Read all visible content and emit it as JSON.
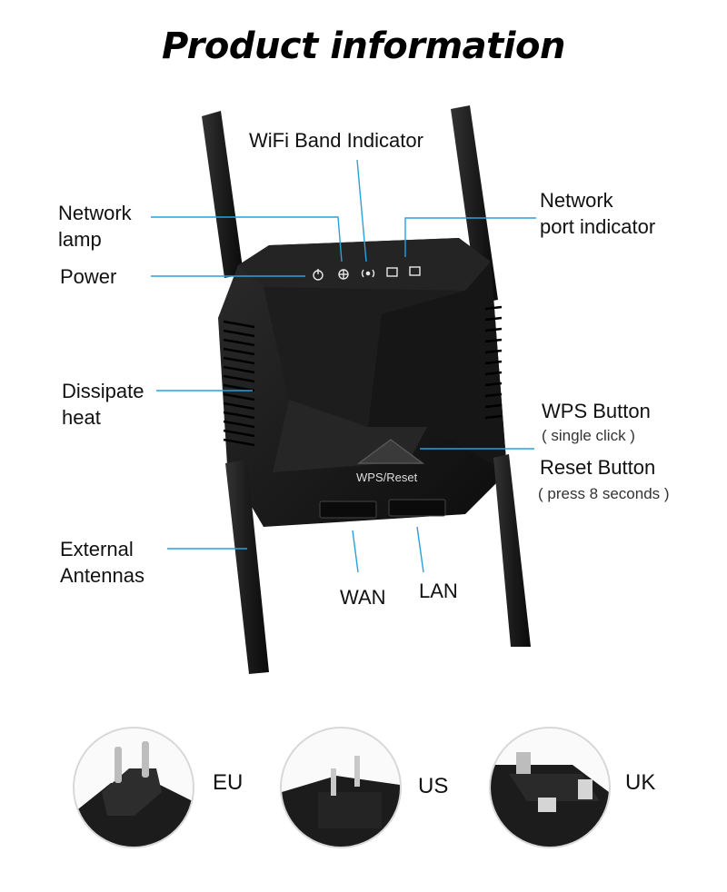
{
  "title": "Product information",
  "labels": {
    "wifi_band": "WiFi Band Indicator",
    "network_lamp_1": "Network",
    "network_lamp_2": "lamp",
    "power": "Power",
    "network_port_1": "Network",
    "network_port_2": "port indicator",
    "dissipate_1": "Dissipate",
    "dissipate_2": "heat",
    "wps_button": "WPS Button",
    "wps_note": "( single click )",
    "reset_button": "Reset Button",
    "reset_note": "( press 8 seconds )",
    "external_1": "External",
    "external_2": "Antennas",
    "wan": "WAN",
    "lan": "LAN",
    "device_button": "WPS/Reset"
  },
  "plugs": [
    "EU",
    "US",
    "UK"
  ],
  "colors": {
    "leader_line": "#2aa0dc",
    "device_body": "#1a1a1a"
  }
}
